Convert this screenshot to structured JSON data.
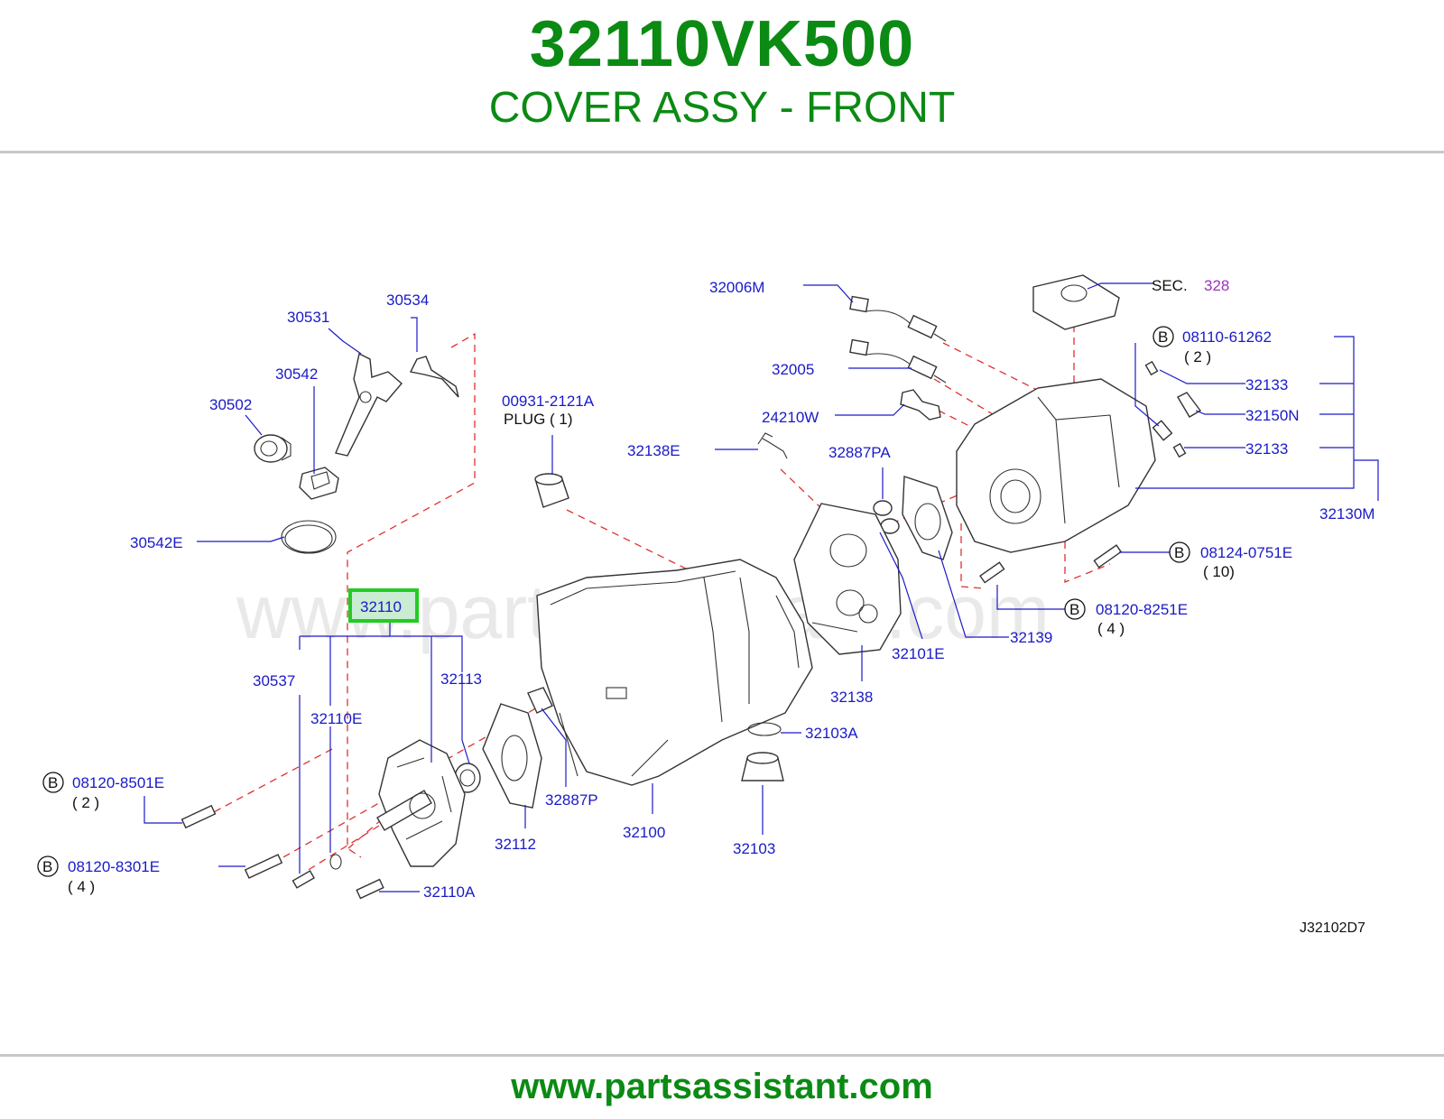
{
  "header": {
    "part_number": "32110VK500",
    "part_name": "COVER ASSY - FRONT"
  },
  "diagram": {
    "watermark": "www.partsassistant.com",
    "code": "J32102D7",
    "highlighted_label": "32110",
    "labels": {
      "l30534": "30534",
      "l30531": "30531",
      "l30542": "30542",
      "l30502": "30502",
      "l30542E": "30542E",
      "l00931": "00931-2121A",
      "plug": "PLUG ( 1)",
      "l32006M": "32006M",
      "l32005": "32005",
      "l24210W": "24210W",
      "l32138E": "32138E",
      "l32887PA": "32887PA",
      "sec": "SEC.",
      "sec_num": "328",
      "l08110": "08110-61262",
      "qty2a": "( 2 )",
      "l32133a": "32133",
      "l32150N": "32150N",
      "l32133b": "32133",
      "l32130M": "32130M",
      "l08124": "08124-0751E",
      "qty10": "( 10)",
      "l08120_8251": "08120-8251E",
      "qty4a": "( 4 )",
      "l32139": "32139",
      "l32101E": "32101E",
      "l32138": "32138",
      "l32103A": "32103A",
      "l32103": "32103",
      "l32100": "32100",
      "l32887P": "32887P",
      "l32112": "32112",
      "l32113": "32113",
      "l30537": "30537",
      "l32110E": "32110E",
      "l08120_8501": "08120-8501E",
      "qty2b": "( 2 )",
      "l08120_8301": "08120-8301E",
      "qty4b": "( 4 )",
      "l32110A": "32110A",
      "b": "B"
    }
  },
  "footer": {
    "url": "www.partsassistant.com"
  },
  "colors": {
    "title_green": "#0b8a14",
    "label_blue": "#1a1ac8",
    "leader_red": "#e03030",
    "highlight_green": "#22cc22"
  }
}
